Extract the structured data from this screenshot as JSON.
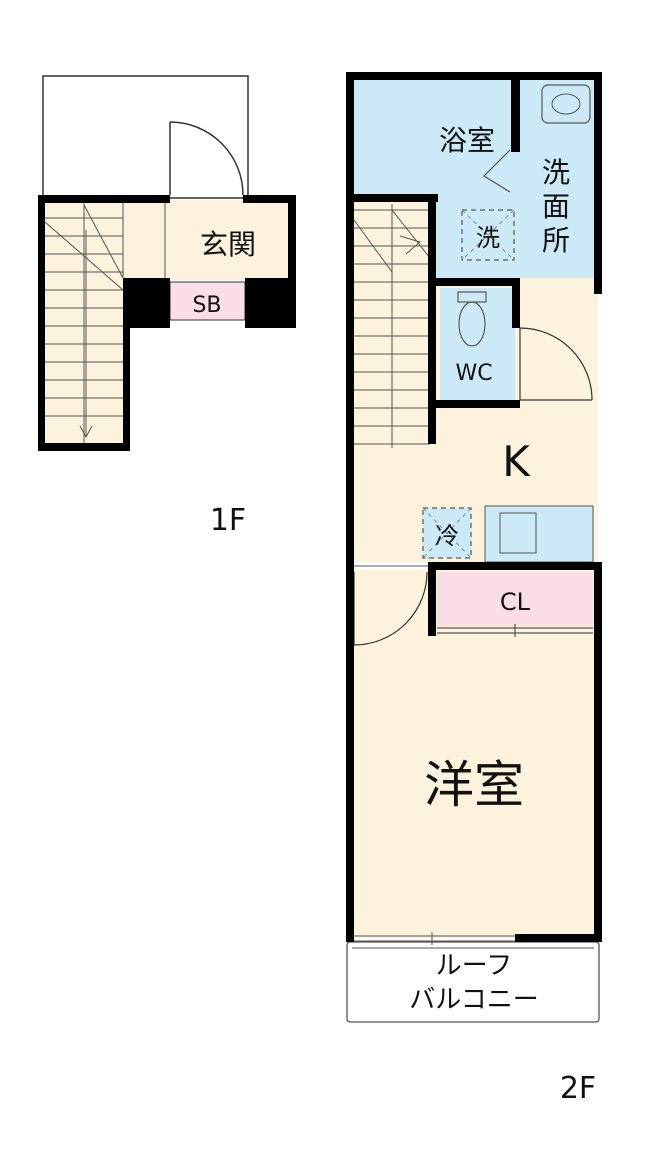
{
  "floors": {
    "first": {
      "label": "1F",
      "rooms": {
        "entrance": "玄関",
        "shoe_box": "SB"
      }
    },
    "second": {
      "label": "2F",
      "rooms": {
        "bath": "浴室",
        "washroom": [
          "洗",
          "面",
          "所"
        ],
        "washer": "洗",
        "toilet": "WC",
        "kitchen": "K",
        "fridge": "冷",
        "closet": "CL",
        "western_room": "洋室",
        "balcony_line1": "ルーフ",
        "balcony_line2": "バルコニー"
      }
    }
  },
  "colors": {
    "wall": "#000000",
    "floor": "#fdf3dc",
    "wet_area": "#cce9f7",
    "storage": "#fadde6",
    "line": "#444444"
  }
}
